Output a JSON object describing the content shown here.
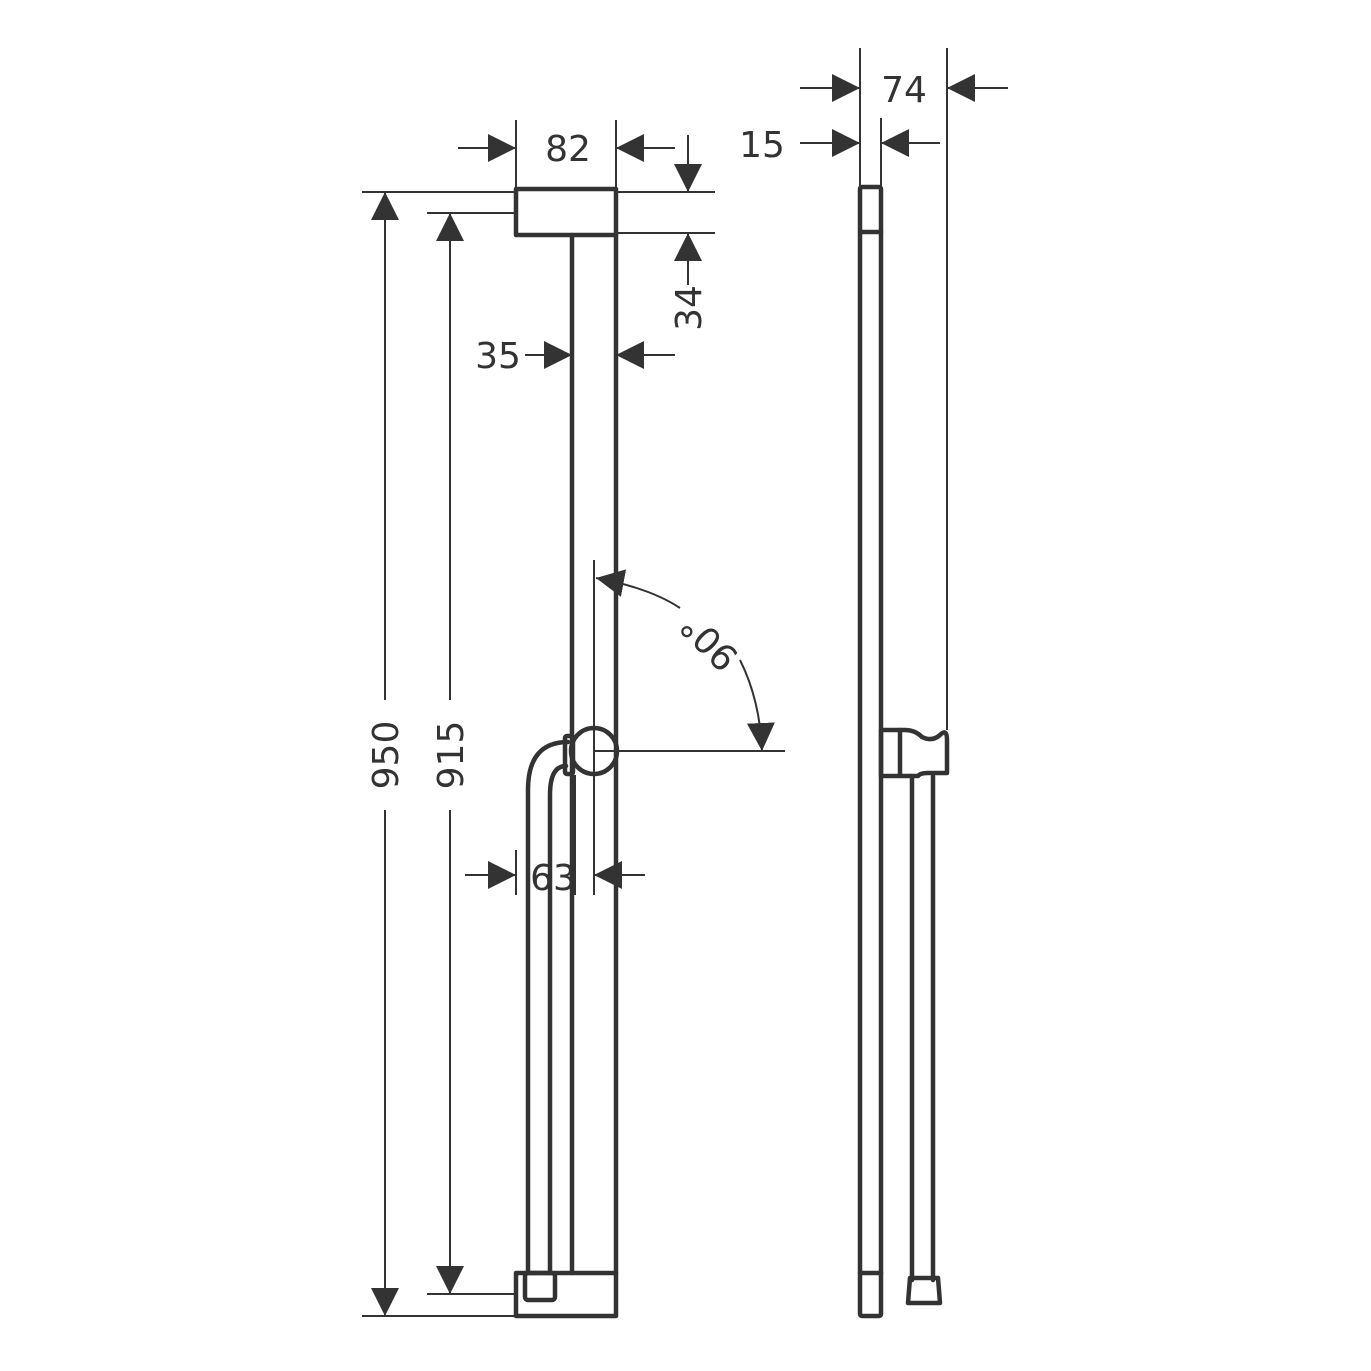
{
  "drawing": {
    "line_color": "#333333",
    "front_view": {
      "dimensions": {
        "cap_width": "82",
        "cap_height": "34",
        "bar_width": "35",
        "total_height": "950",
        "fixing_distance": "915",
        "hose_offset": "63",
        "swivel_angle": "90°"
      }
    },
    "side_view": {
      "dimensions": {
        "projection": "74",
        "bar_depth": "15"
      }
    }
  }
}
